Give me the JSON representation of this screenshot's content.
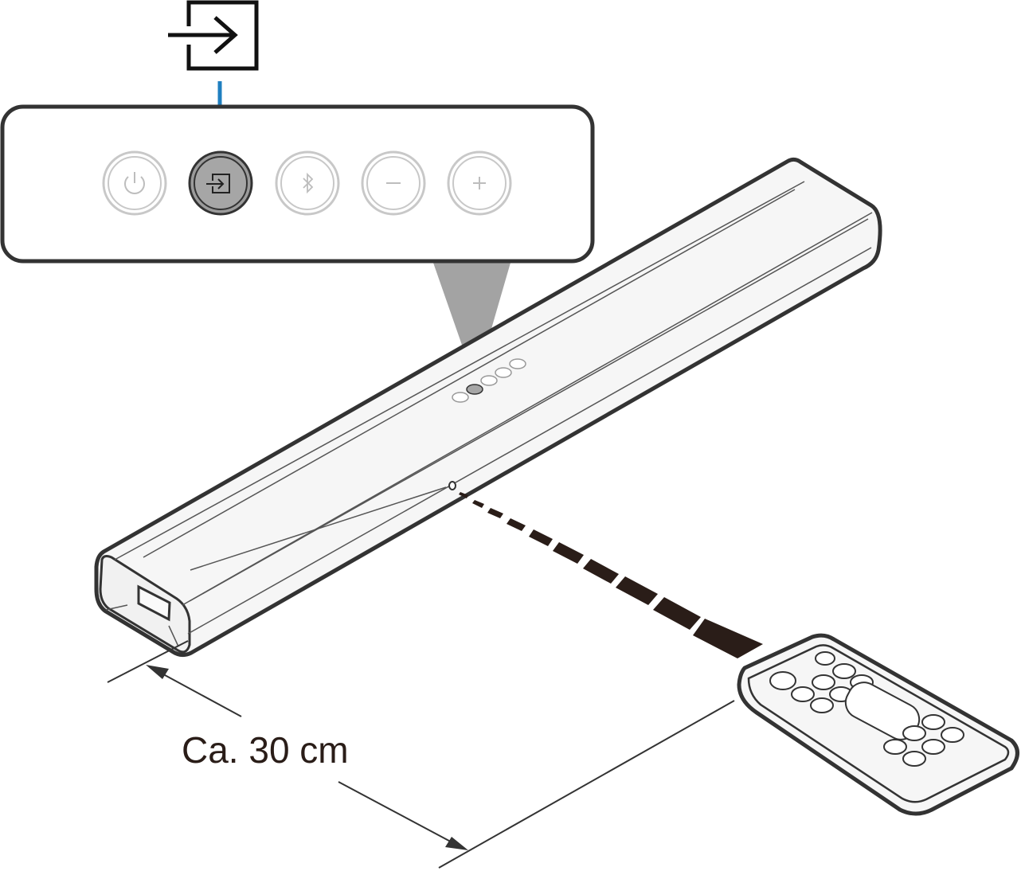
{
  "diagram": {
    "distance_label": "Ca. 30 cm",
    "highlighted_button": "input-icon",
    "panel_buttons": [
      {
        "name": "power-icon",
        "state": "inactive"
      },
      {
        "name": "input-icon",
        "state": "active"
      },
      {
        "name": "bluetooth-icon",
        "state": "inactive"
      },
      {
        "name": "minus-icon",
        "state": "inactive"
      },
      {
        "name": "plus-icon",
        "state": "inactive"
      }
    ],
    "colors": {
      "leader_line": "#1f7fc0",
      "active_button": "#a6a6a6",
      "inactive_button": "#c8c8c8",
      "outline": "#333333",
      "ir_beam": "#2a1d18",
      "label_text": "#2a1d18"
    }
  }
}
